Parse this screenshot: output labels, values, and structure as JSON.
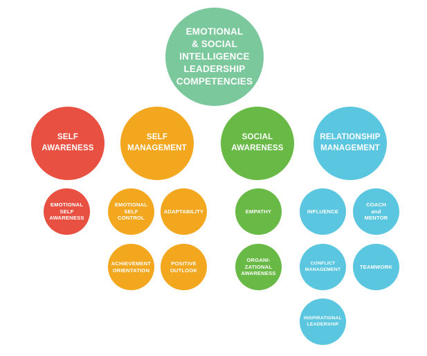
{
  "colors": {
    "root": "#7ac89b",
    "self_awareness": "#e85142",
    "self_management": "#f3a71f",
    "social_awareness": "#68b945",
    "relationship_management": "#5bc6e0"
  },
  "root": {
    "label": "EMOTIONAL\n& SOCIAL\nINTELLIGENCE\nLEADERSHIP\nCOMPETENCIES"
  },
  "categories": [
    {
      "label": "SELF\nAWARENESS",
      "competencies": [
        "EMOTIONAL\nSELF\nAWARENESS"
      ]
    },
    {
      "label": "SELF\nMANAGEMENT",
      "competencies": [
        "EMOTIONAL\nSELF\nCONTROL",
        "ADAPTABILITY",
        "ACHIEVEMENT\nORIENTATION",
        "POSITIVE\nOUTLOOK"
      ]
    },
    {
      "label": "SOCIAL\nAWARENESS",
      "competencies": [
        "EMPATHY",
        "ORGANI-\nZATIONAL\nAWARENESS"
      ]
    },
    {
      "label": "RELATIONSHIP\nMANAGEMENT",
      "competencies": [
        "INFLUENCE",
        "COACH\nand\nMENTOR",
        "CONFLICT\nMANAGEMENT",
        "TEAMWORK",
        "INSPIRATIONAL\nLEADERSHIP"
      ]
    }
  ]
}
